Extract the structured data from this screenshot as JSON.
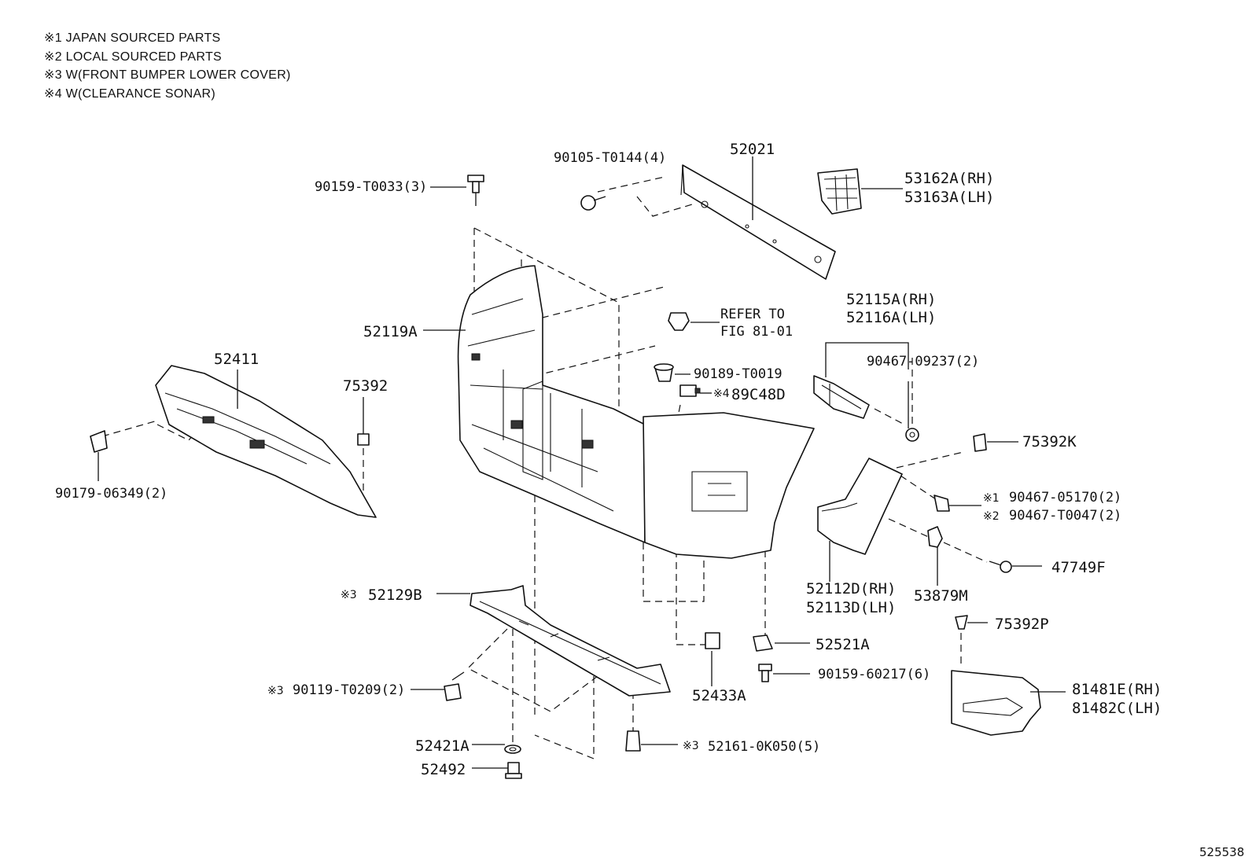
{
  "notes": [
    "※1 JAPAN SOURCED PARTS",
    "※2 LOCAL SOURCED PARTS",
    "※3 W(FRONT BUMPER LOWER COVER)",
    "※4 W(CLEARANCE SONAR)"
  ],
  "labels": {
    "p52021": "52021",
    "p90105": "90105-T0144(4)",
    "p90159_t0033": "90159-T0033(3)",
    "p53162": "53162A(RH)",
    "p53163": "53163A(LH)",
    "refer1": "REFER TO",
    "refer2": "FIG 81-01",
    "p52119": "52119A",
    "p52115": "52115A(RH)",
    "p52116": "52116A(LH)",
    "p90467_09237": "90467-09237(2)",
    "p52411": "52411",
    "p75392": "75392",
    "p90189": "90189-T0019",
    "p89c48d": "89C48D",
    "p75392k": "75392K",
    "p90179": "90179-06349(2)",
    "p90467_05170": "90467-05170(2)",
    "p90467_t0047": "90467-T0047(2)",
    "p47749f": "47749F",
    "p52112": "52112D(RH)",
    "p52113": "52113D(LH)",
    "p53879m": "53879M",
    "p52129b": "52129B",
    "p75392p": "75392P",
    "p52521a": "52521A",
    "p90159_60217": "90159-60217(6)",
    "p90119": "90119-T0209(2)",
    "p52433a": "52433A",
    "p81481e": "81481E(RH)",
    "p81482c": "81482C(LH)",
    "p52421a": "52421A",
    "p52161": "52161-0K050(5)",
    "p52492": "52492",
    "figure_number": "525538"
  },
  "markers": {
    "m1": "※1",
    "m2": "※2",
    "m3": "※3",
    "m4": "※4"
  }
}
